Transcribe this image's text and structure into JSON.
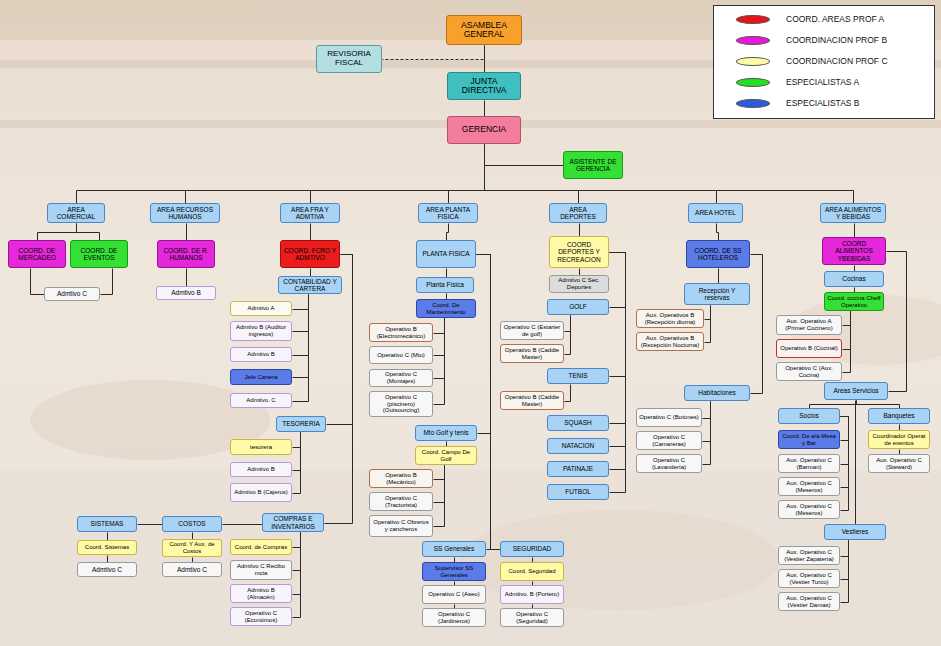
{
  "diagram": {
    "nodes": [
      {
        "text": [
          "ASAMBLEA GENERAL"
        ]
      },
      {
        "text": [
          "REVISORIA FISCAL"
        ]
      },
      {
        "text": [
          "JUNTA DIRECTIVA"
        ]
      },
      {
        "text": [
          "GERENCIA"
        ]
      },
      {
        "text": [
          "ASISTENTE DE GERENCIA"
        ]
      },
      {
        "text": [
          "AREA COMERCIAL"
        ]
      },
      {
        "text": [
          "AREA RECURSOS HUMANOS"
        ]
      },
      {
        "text": [
          "AREA FRA Y ADMTIVA"
        ]
      },
      {
        "text": [
          "AREA PLANTA FISICA"
        ]
      },
      {
        "text": [
          "AREA DEPORTES"
        ]
      },
      {
        "text": [
          "AREA HOTEL"
        ]
      },
      {
        "text": [
          "AREA ALIMENTOS Y BEBIDAS"
        ]
      },
      {
        "text": [
          "COORD. DE MERCADEO"
        ]
      },
      {
        "text": [
          "COORD. DE EVENTOS"
        ]
      },
      {
        "text": [
          "Admtivo C"
        ]
      },
      {
        "text": [
          "COORD. DE R. HUMANOS"
        ]
      },
      {
        "text": [
          "Admtivo B"
        ]
      },
      {
        "text": [
          "COORD. FCRO Y ADMTIVO"
        ]
      },
      {
        "text": [
          "CONTABILIDAD Y CARTERA"
        ]
      },
      {
        "text": [
          "Admtivo A"
        ]
      },
      {
        "text": [
          "Admtivo B (Auditor ingresos)"
        ]
      },
      {
        "text": [
          "Admtivo B"
        ]
      },
      {
        "text": [
          "Jefe Cartera"
        ]
      },
      {
        "text": [
          "Admtivo. C"
        ]
      },
      {
        "text": [
          "TESORERIA"
        ]
      },
      {
        "text": [
          "tesorera"
        ]
      },
      {
        "text": [
          "Admtivo B"
        ]
      },
      {
        "text": [
          "Admtivo B (Cajeros)"
        ]
      },
      {
        "text": [
          "COMPRAS E INVENTARIOS"
        ]
      },
      {
        "text": [
          "SISTEMAS"
        ]
      },
      {
        "text": [
          "COSTOS"
        ]
      },
      {
        "text": [
          "Coord. Sistemas"
        ]
      },
      {
        "text": [
          "Admtivo C"
        ]
      },
      {
        "text": [
          "Coord. Y Aux. de Costos"
        ]
      },
      {
        "text": [
          "Admtivo C"
        ]
      },
      {
        "text": [
          "Coord. de Compras"
        ]
      },
      {
        "text": [
          "Admtivo C Recibo mcia"
        ]
      },
      {
        "text": [
          "Admtivo B (Almacén)"
        ]
      },
      {
        "text": [
          "Operativo C (Económos)"
        ]
      },
      {
        "text": [
          "PLANTA FISICA"
        ]
      },
      {
        "text": [
          "Planta Física"
        ]
      },
      {
        "text": [
          "Coord. De Mantenimiento"
        ]
      },
      {
        "text": [
          "Operativo B (Electromecánico)"
        ]
      },
      {
        "text": [
          "Operativo C (Mto)"
        ]
      },
      {
        "text": [
          "Operativo C (Montajes)"
        ]
      },
      {
        "text": [
          "Operativo C (piscinero) (Outsourcing)"
        ]
      },
      {
        "text": [
          "Mto Golf y tenis"
        ]
      },
      {
        "text": [
          "Coord. Campo De Golf"
        ]
      },
      {
        "text": [
          "Operativo B (Mecánico)"
        ]
      },
      {
        "text": [
          "Operativo C (Tractorista)"
        ]
      },
      {
        "text": [
          "Operativo C Obreros y cancheros"
        ]
      },
      {
        "text": [
          "SS Generales"
        ]
      },
      {
        "text": [
          "SEGURIDAD"
        ]
      },
      {
        "text": [
          "Supervisor SS Generales"
        ]
      },
      {
        "text": [
          "Coord. Seguridad"
        ]
      },
      {
        "text": [
          "Operativo C (Aseo)"
        ]
      },
      {
        "text": [
          "Admtivo. B (Portero)"
        ]
      },
      {
        "text": [
          "Operativo C (Jardineros)"
        ]
      },
      {
        "text": [
          "Operativo C (Seguridad)"
        ]
      },
      {
        "text": [
          "COORD DEPORTES Y RECREACION"
        ]
      },
      {
        "text": [
          "Admtivo C Sec. Deportes"
        ]
      },
      {
        "text": [
          "GOLF"
        ]
      },
      {
        "text": [
          "Operativo C (Estarter de golf)"
        ]
      },
      {
        "text": [
          "Operativo B (Caddie Master)"
        ]
      },
      {
        "text": [
          "TENIS"
        ]
      },
      {
        "text": [
          "Operativo B (Caddie Master)"
        ]
      },
      {
        "text": [
          "SQUASH"
        ]
      },
      {
        "text": [
          "NATACION"
        ]
      },
      {
        "text": [
          "PATINAJE"
        ]
      },
      {
        "text": [
          "FUTBOL"
        ]
      },
      {
        "text": [
          "COORD. DE SS HOTELEROS"
        ]
      },
      {
        "text": [
          "Recepción Y reservas"
        ]
      },
      {
        "text": [
          "Aux. Operativos B (Recepción diurna)"
        ]
      },
      {
        "text": [
          "Aux. Operativos B (Recepción Nocturna)"
        ]
      },
      {
        "text": [
          "Habitaciones"
        ]
      },
      {
        "text": [
          "Operativo C (Botones)"
        ]
      },
      {
        "text": [
          "Operativo C (Camareras)"
        ]
      },
      {
        "text": [
          "Operativo C (Lavandería)"
        ]
      },
      {
        "text": [
          "COORD ALIMENTOS YBEBIDAS"
        ]
      },
      {
        "text": [
          "Cocinas"
        ]
      },
      {
        "text": [
          "Coord. cocina Cheff Operativo"
        ]
      },
      {
        "text": [
          "Aux. Operativo A (Primer Cocinero)"
        ]
      },
      {
        "text": [
          "Operativo B (Cocinal)"
        ]
      },
      {
        "text": [
          "Operativo C (Aux. Cocina)"
        ]
      },
      {
        "text": [
          "Areas Servicios"
        ]
      },
      {
        "text": [
          "Socios"
        ]
      },
      {
        "text": [
          "Banquetes"
        ]
      },
      {
        "text": [
          "Coord. De a/a Mesa y Bar"
        ]
      },
      {
        "text": [
          "Coordinador Operat de eventos"
        ]
      },
      {
        "text": [
          "Aux. Operativo C (Barman)"
        ]
      },
      {
        "text": [
          "Aux. Operativo C (Steward)"
        ]
      },
      {
        "text": [
          "Aux. Operativo C (Meseros)"
        ]
      },
      {
        "text": [
          "Aux. Operativo C (Meseros)"
        ]
      },
      {
        "text": [
          "Vestieres"
        ]
      },
      {
        "text": [
          "Aux. Operativo C (Vestier Zapatería)"
        ]
      },
      {
        "text": [
          "Aux. Operativo C (Vestier Turco)"
        ]
      },
      {
        "text": [
          "Aux. Operativo C (Vestier Damas)"
        ]
      }
    ],
    "edges": [
      {
        "from": 0,
        "to": 1,
        "arrow": "none"
      },
      {
        "from": 0,
        "to": 2,
        "arrow": "none"
      },
      {
        "from": 2,
        "to": 3,
        "arrow": "none"
      },
      {
        "from": 3,
        "to": 4,
        "arrow": "none"
      },
      {
        "from": 3,
        "to": 5,
        "arrow": "none"
      },
      {
        "from": 3,
        "to": 6,
        "arrow": "none"
      },
      {
        "from": 3,
        "to": 7,
        "arrow": "none"
      },
      {
        "from": 3,
        "to": 8,
        "arrow": "none"
      },
      {
        "from": 3,
        "to": 9,
        "arrow": "none"
      },
      {
        "from": 3,
        "to": 10,
        "arrow": "none"
      },
      {
        "from": 3,
        "to": 11,
        "arrow": "none"
      },
      {
        "from": 5,
        "to": 12,
        "arrow": "none"
      },
      {
        "from": 5,
        "to": 13,
        "arrow": "none"
      },
      {
        "from": 12,
        "to": 14,
        "arrow": "none"
      },
      {
        "from": 13,
        "to": 14,
        "arrow": "none"
      },
      {
        "from": 6,
        "to": 15,
        "arrow": "none"
      },
      {
        "from": 15,
        "to": 16,
        "arrow": "none"
      },
      {
        "from": 7,
        "to": 17,
        "arrow": "none"
      },
      {
        "from": 17,
        "to": 18,
        "arrow": "none"
      },
      {
        "from": 18,
        "to": 19,
        "arrow": "none"
      },
      {
        "from": 18,
        "to": 20,
        "arrow": "none"
      },
      {
        "from": 18,
        "to": 21,
        "arrow": "none"
      },
      {
        "from": 18,
        "to": 22,
        "arrow": "none"
      },
      {
        "from": 18,
        "to": 23,
        "arrow": "none"
      },
      {
        "from": 17,
        "to": 24,
        "arrow": "none"
      },
      {
        "from": 24,
        "to": 25,
        "arrow": "none"
      },
      {
        "from": 24,
        "to": 26,
        "arrow": "none"
      },
      {
        "from": 24,
        "to": 27,
        "arrow": "none"
      },
      {
        "from": 17,
        "to": 28,
        "arrow": "none"
      },
      {
        "from": 28,
        "to": 35,
        "arrow": "none"
      },
      {
        "from": 28,
        "to": 36,
        "arrow": "none"
      },
      {
        "from": 28,
        "to": 37,
        "arrow": "none"
      },
      {
        "from": 28,
        "to": 38,
        "arrow": "none"
      },
      {
        "from": 28,
        "to": 30,
        "arrow": "none"
      },
      {
        "from": 30,
        "to": 29,
        "arrow": "none"
      },
      {
        "from": 29,
        "to": 31,
        "arrow": "none"
      },
      {
        "from": 31,
        "to": 32,
        "arrow": "none"
      },
      {
        "from": 30,
        "to": 33,
        "arrow": "none"
      },
      {
        "from": 33,
        "to": 34,
        "arrow": "none"
      },
      {
        "from": 8,
        "to": 39,
        "arrow": "none"
      },
      {
        "from": 39,
        "to": 40,
        "arrow": "none"
      },
      {
        "from": 40,
        "to": 41,
        "arrow": "none"
      },
      {
        "from": 41,
        "to": 42,
        "arrow": "none"
      },
      {
        "from": 41,
        "to": 43,
        "arrow": "none"
      },
      {
        "from": 41,
        "to": 44,
        "arrow": "none"
      },
      {
        "from": 41,
        "to": 45,
        "arrow": "none"
      },
      {
        "from": 39,
        "to": 46,
        "arrow": "none"
      },
      {
        "from": 46,
        "to": 47,
        "arrow": "none"
      },
      {
        "from": 47,
        "to": 48,
        "arrow": "none"
      },
      {
        "from": 47,
        "to": 49,
        "arrow": "none"
      },
      {
        "from": 47,
        "to": 50,
        "arrow": "none"
      },
      {
        "from": 39,
        "to": 51,
        "arrow": "none"
      },
      {
        "from": 39,
        "to": 52,
        "arrow": "none"
      },
      {
        "from": 51,
        "to": 53,
        "arrow": "none"
      },
      {
        "from": 53,
        "to": 55,
        "arrow": "none"
      },
      {
        "from": 55,
        "to": 57,
        "arrow": "none"
      },
      {
        "from": 52,
        "to": 54,
        "arrow": "none"
      },
      {
        "from": 54,
        "to": 56,
        "arrow": "none"
      },
      {
        "from": 56,
        "to": 58,
        "arrow": "none"
      },
      {
        "from": 9,
        "to": 59,
        "arrow": "none"
      },
      {
        "from": 59,
        "to": 60,
        "arrow": "none"
      },
      {
        "from": 59,
        "to": 61,
        "arrow": "none"
      },
      {
        "from": 59,
        "to": 64,
        "arrow": "none"
      },
      {
        "from": 59,
        "to": 66,
        "arrow": "none"
      },
      {
        "from": 59,
        "to": 67,
        "arrow": "none"
      },
      {
        "from": 59,
        "to": 68,
        "arrow": "none"
      },
      {
        "from": 59,
        "to": 69,
        "arrow": "none"
      },
      {
        "from": 61,
        "to": 62,
        "arrow": "none"
      },
      {
        "from": 61,
        "to": 63,
        "arrow": "none"
      },
      {
        "from": 64,
        "to": 65,
        "arrow": "none"
      },
      {
        "from": 10,
        "to": 70,
        "arrow": "none"
      },
      {
        "from": 70,
        "to": 71,
        "arrow": "none"
      },
      {
        "from": 71,
        "to": 72,
        "arrow": "none"
      },
      {
        "from": 71,
        "to": 73,
        "arrow": "none"
      },
      {
        "from": 70,
        "to": 74,
        "arrow": "none"
      },
      {
        "from": 74,
        "to": 75,
        "arrow": "none"
      },
      {
        "from": 74,
        "to": 76,
        "arrow": "none"
      },
      {
        "from": 74,
        "to": 77,
        "arrow": "none"
      },
      {
        "from": 11,
        "to": 78,
        "arrow": "none"
      },
      {
        "from": 78,
        "to": 79,
        "arrow": "none"
      },
      {
        "from": 79,
        "to": 80,
        "arrow": "none"
      },
      {
        "from": 80,
        "to": 81,
        "arrow": "none"
      },
      {
        "from": 80,
        "to": 82,
        "arrow": "none"
      },
      {
        "from": 80,
        "to": 83,
        "arrow": "none"
      },
      {
        "from": 78,
        "to": 84,
        "arrow": "none"
      },
      {
        "from": 84,
        "to": 85,
        "arrow": "none"
      },
      {
        "from": 84,
        "to": 86,
        "arrow": "none"
      },
      {
        "from": 85,
        "to": 87,
        "arrow": "none"
      },
      {
        "from": 85,
        "to": 89,
        "arrow": "none"
      },
      {
        "from": 85,
        "to": 91,
        "arrow": "none"
      },
      {
        "from": 85,
        "to": 92,
        "arrow": "none"
      },
      {
        "from": 86,
        "to": 88,
        "arrow": "none"
      },
      {
        "from": 88,
        "to": 90,
        "arrow": "none"
      },
      {
        "from": 84,
        "to": 93,
        "arrow": "none"
      },
      {
        "from": 93,
        "to": 94,
        "arrow": "none"
      },
      {
        "from": 93,
        "to": 95,
        "arrow": "none"
      },
      {
        "from": 93,
        "to": 96,
        "arrow": "none"
      }
    ],
    "legend": [
      {
        "text": "COORD. AREAS PROF A",
        "color": "#e8141b"
      },
      {
        "text": "COORDINACION PROF B",
        "color": "#e619d6"
      },
      {
        "text": "COORDINACION PROF C",
        "color": "#fffaa8"
      },
      {
        "text": "ESPECIALISTAS A",
        "color": "#22e022"
      },
      {
        "text": "ESPECIALISTAS B",
        "color": "#2e5bdc"
      }
    ]
  }
}
